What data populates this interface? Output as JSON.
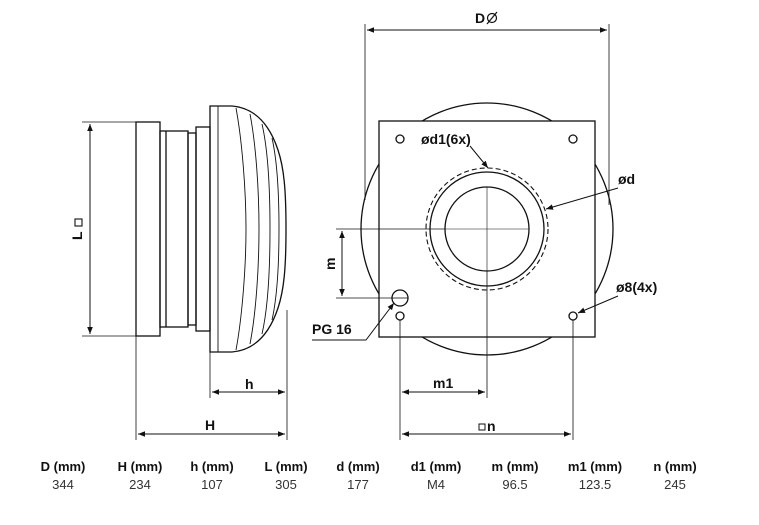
{
  "labels": {
    "D": "D",
    "L": "L",
    "H": "H",
    "h": "h",
    "m": "m",
    "m1": "m1",
    "n": "n",
    "d": "ød",
    "d1": "ød1(6x)",
    "holes": "ø8(4x)",
    "pg": "PG 16"
  },
  "table": {
    "headers": [
      "D (mm)",
      "H (mm)",
      "h (mm)",
      "L (mm)",
      "d (mm)",
      "d1 (mm)",
      "m (mm)",
      "m1 (mm)",
      "n (mm)"
    ],
    "values": [
      "344",
      "234",
      "107",
      "305",
      "177",
      "M4",
      "96.5",
      "123.5",
      "245"
    ]
  }
}
